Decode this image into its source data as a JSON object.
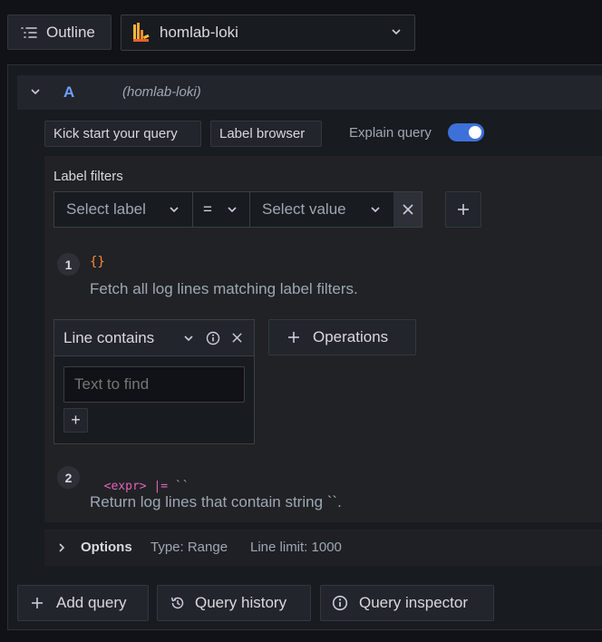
{
  "toolbar": {
    "outline_label": "Outline",
    "datasource_name": "homlab-loki"
  },
  "query": {
    "ref_id": "A",
    "datasource_hint": "(homlab-loki)",
    "kick_start_label": "Kick start your query",
    "label_browser_label": "Label browser",
    "explain_query_label": "Explain query",
    "explain_query_enabled": true
  },
  "label_filters": {
    "title": "Label filters",
    "label_placeholder": "Select label",
    "operator": "=",
    "value_placeholder": "Select value"
  },
  "steps": [
    {
      "number": "1",
      "code": "{}",
      "description": "Fetch all log lines matching label filters."
    },
    {
      "number": "2",
      "code_expr": "<expr>",
      "code_op": "|=",
      "code_str": "``",
      "description": "Return log lines that contain string ``."
    }
  ],
  "operation": {
    "name": "Line contains",
    "input_placeholder": "Text to find",
    "add_symbol": "+"
  },
  "operations_button": "Operations",
  "options": {
    "title": "Options",
    "type": "Type: Range",
    "line_limit": "Line limit: 1000"
  },
  "footer": {
    "add_query": "Add query",
    "query_history": "Query history",
    "query_inspector": "Query inspector"
  },
  "colors": {
    "accent_blue": "#6e9fff",
    "toggle_blue": "#3d71d9",
    "brace_orange": "#ff8833",
    "pink": "#e264b8"
  }
}
